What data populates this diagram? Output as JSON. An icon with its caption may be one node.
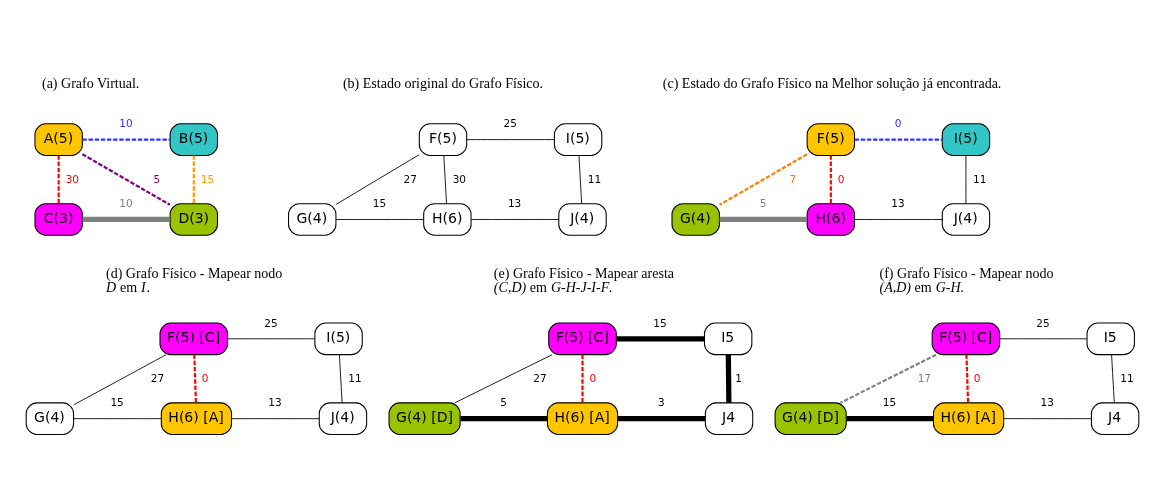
{
  "diagram": {
    "nodes": [
      {
        "text": [
          "A(5)"
        ]
      },
      {
        "text": [
          "B(5)"
        ]
      },
      {
        "text": [
          "C(3)"
        ]
      },
      {
        "text": [
          "D(3)"
        ]
      },
      {
        "text": [
          "F(5)"
        ]
      },
      {
        "text": [
          "I(5)"
        ]
      },
      {
        "text": [
          "G(4)"
        ]
      },
      {
        "text": [
          "H(6)"
        ]
      },
      {
        "text": [
          "J(4)"
        ]
      },
      {
        "text": [
          "F(5)"
        ]
      },
      {
        "text": [
          "I(5)"
        ]
      },
      {
        "text": [
          "G(4)"
        ]
      },
      {
        "text": [
          "H(6)"
        ]
      },
      {
        "text": [
          "J(4)"
        ]
      },
      {
        "text": [
          "F(5) [C]"
        ]
      },
      {
        "text": [
          "I(5)"
        ]
      },
      {
        "text": [
          "G(4)"
        ]
      },
      {
        "text": [
          "H(6) [A]"
        ]
      },
      {
        "text": [
          "J(4)"
        ]
      },
      {
        "text": [
          "F(5) [C]"
        ]
      },
      {
        "text": [
          "I5"
        ]
      },
      {
        "text": [
          "G(4) [D]"
        ]
      },
      {
        "text": [
          "H(6) [A]"
        ]
      },
      {
        "text": [
          "J4"
        ]
      },
      {
        "text": [
          "F(5) [C]"
        ]
      },
      {
        "text": [
          "I5"
        ]
      },
      {
        "text": [
          "G(4) [D]"
        ]
      },
      {
        "text": [
          "H(6) [A]"
        ]
      },
      {
        "text": [
          "J4"
        ]
      }
    ],
    "edges": [
      {
        "from": 0,
        "to": 1,
        "arrow": "none",
        "label": "10",
        "style": "dashed",
        "color": "#3333ff"
      },
      {
        "from": 0,
        "to": 2,
        "arrow": "none",
        "label": "30",
        "style": "dashed",
        "color": "#ff0000"
      },
      {
        "from": 0,
        "to": 3,
        "arrow": "none",
        "label": "5",
        "style": "dashed",
        "color": "#800080"
      },
      {
        "from": 1,
        "to": 3,
        "arrow": "none",
        "label": "15",
        "style": "dashed",
        "color": "#ff9900"
      },
      {
        "from": 2,
        "to": 3,
        "arrow": "none",
        "label": "10",
        "style": "thick",
        "color": "#808080"
      },
      {
        "from": 4,
        "to": 5,
        "arrow": "none",
        "label": "25"
      },
      {
        "from": 4,
        "to": 6,
        "arrow": "none",
        "label": "27"
      },
      {
        "from": 4,
        "to": 7,
        "arrow": "none",
        "label": "30"
      },
      {
        "from": 5,
        "to": 8,
        "arrow": "none",
        "label": "11"
      },
      {
        "from": 6,
        "to": 7,
        "arrow": "none",
        "label": "15"
      },
      {
        "from": 7,
        "to": 8,
        "arrow": "none",
        "label": "13"
      },
      {
        "from": 9,
        "to": 10,
        "arrow": "none",
        "label": "0",
        "style": "dashed",
        "color": "#3333ff"
      },
      {
        "from": 9,
        "to": 11,
        "arrow": "none",
        "label": "7",
        "style": "dashed",
        "color": "#ff8000"
      },
      {
        "from": 9,
        "to": 12,
        "arrow": "none",
        "label": "0",
        "style": "dashed",
        "color": "#ff0000"
      },
      {
        "from": 10,
        "to": 13,
        "arrow": "none",
        "label": "11"
      },
      {
        "from": 11,
        "to": 12,
        "arrow": "none",
        "label": "5",
        "style": "thick",
        "color": "#808080"
      },
      {
        "from": 12,
        "to": 13,
        "arrow": "none",
        "label": "13"
      },
      {
        "from": 14,
        "to": 15,
        "arrow": "none",
        "label": "25"
      },
      {
        "from": 14,
        "to": 16,
        "arrow": "none",
        "label": "27"
      },
      {
        "from": 14,
        "to": 17,
        "arrow": "none",
        "label": "0",
        "style": "dashed",
        "color": "#ff0000"
      },
      {
        "from": 15,
        "to": 18,
        "arrow": "none",
        "label": "11"
      },
      {
        "from": 16,
        "to": 17,
        "arrow": "none",
        "label": "15"
      },
      {
        "from": 17,
        "to": 18,
        "arrow": "none",
        "label": "13"
      },
      {
        "from": 19,
        "to": 20,
        "arrow": "none",
        "label": "15",
        "style": "thick"
      },
      {
        "from": 19,
        "to": 21,
        "arrow": "none",
        "label": "27"
      },
      {
        "from": 19,
        "to": 22,
        "arrow": "none",
        "label": "0",
        "style": "dashed",
        "color": "#ff0000"
      },
      {
        "from": 20,
        "to": 23,
        "arrow": "none",
        "label": "1",
        "style": "thick"
      },
      {
        "from": 21,
        "to": 22,
        "arrow": "none",
        "label": "5",
        "style": "thick"
      },
      {
        "from": 22,
        "to": 23,
        "arrow": "none",
        "label": "3",
        "style": "thick"
      },
      {
        "from": 24,
        "to": 25,
        "arrow": "none",
        "label": "25"
      },
      {
        "from": 24,
        "to": 26,
        "arrow": "none",
        "label": "17",
        "style": "dashed",
        "color": "#808080"
      },
      {
        "from": 24,
        "to": 27,
        "arrow": "none",
        "label": "0",
        "style": "dashed",
        "color": "#ff0000"
      },
      {
        "from": 25,
        "to": 28,
        "arrow": "none",
        "label": "11"
      },
      {
        "from": 26,
        "to": 27,
        "arrow": "none",
        "label": "15",
        "style": "thick"
      },
      {
        "from": 27,
        "to": 28,
        "arrow": "none",
        "label": "13"
      }
    ],
    "labels": [
      "(a) Grafo Virtual.",
      "(b) Estado original do Grafo Físico.",
      "(c) Estado do Grafo Físico na Melhor solução já encontrada.",
      "(d) Grafo Físico - Mapear nodo *D* em *I*.",
      "(e) Grafo Físico - Mapear aresta *(C,D)* em *G-H-J-I-F*.",
      "(f) Grafo Físico - Mapear nodo *(A,D)* em *G-H*."
    ]
  }
}
